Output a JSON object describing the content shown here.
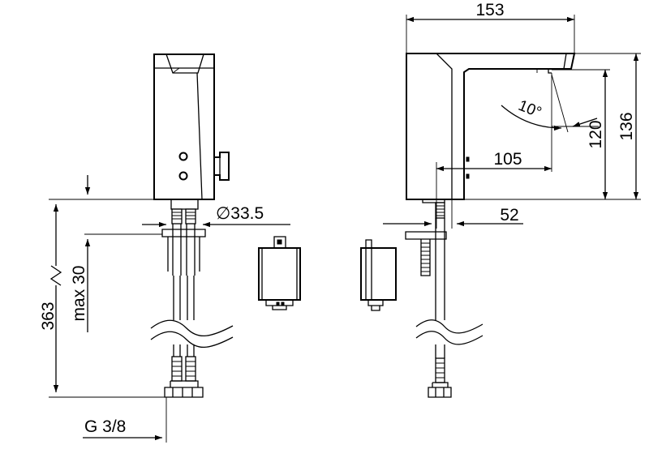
{
  "dimensions": {
    "width_top": "153",
    "diameter": "∅33.5",
    "spout_reach": "105",
    "base_offset": "52",
    "angle": "10°",
    "spout_height": "120",
    "total_height": "136",
    "overall_length": "363",
    "counter_thickness": "max  30",
    "thread": "G 3/8"
  }
}
